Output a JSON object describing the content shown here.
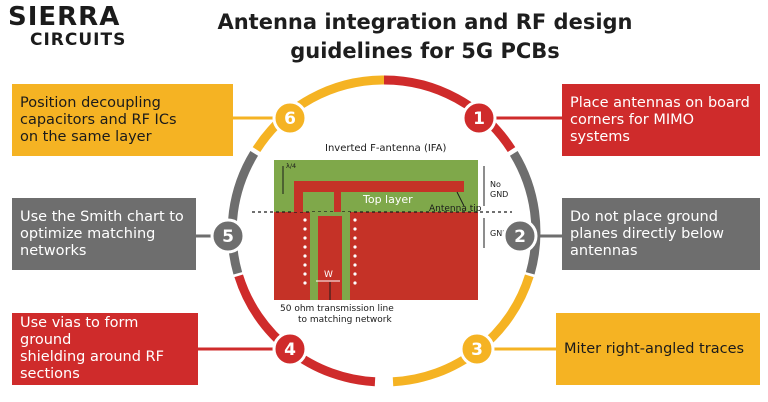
{
  "brand": {
    "name": "SIERRA",
    "sub": "CIRCUITS"
  },
  "title": {
    "line1": "Antenna integration and RF design",
    "line2": "guidelines for 5G PCBs"
  },
  "guidelines": [
    {
      "number": "1",
      "lines": [
        "Place antennas on board",
        "corners for MIMO",
        "systems"
      ],
      "color": "#cf2b2b"
    },
    {
      "number": "2",
      "lines": [
        "Do not place ground",
        "planes directly below",
        "antennas"
      ],
      "color": "#6e6e6e"
    },
    {
      "number": "3",
      "lines": [
        "Miter right-angled traces"
      ],
      "color": "#f5b323"
    },
    {
      "number": "4",
      "lines": [
        "Use vias to form ground",
        "shielding around RF",
        "sections"
      ],
      "color": "#cf2b2b"
    },
    {
      "number": "5",
      "lines": [
        "Use the Smith chart to",
        "optimize matching",
        "networks"
      ],
      "color": "#6e6e6e"
    },
    {
      "number": "6",
      "lines": [
        "Position decoupling",
        "capacitors and RF ICs",
        "on the same layer"
      ],
      "color": "#f5b323"
    }
  ],
  "diagram": {
    "title": "Inverted F-antenna (IFA)",
    "top_layer": "Top layer",
    "antenna_tip": "Antenna tip",
    "no_gnd_1": "No",
    "no_gnd_2": "GND",
    "gnd": "GND",
    "lambda": "λ/4",
    "width": "W",
    "caption_1": "50 ohm transmission line",
    "caption_2": "to matching network"
  },
  "colors": {
    "red": "#cf2b2b",
    "yellow": "#f5b323",
    "gray": "#6e6e6e",
    "board_green": "#7fa84a",
    "copper": "#c53227"
  }
}
